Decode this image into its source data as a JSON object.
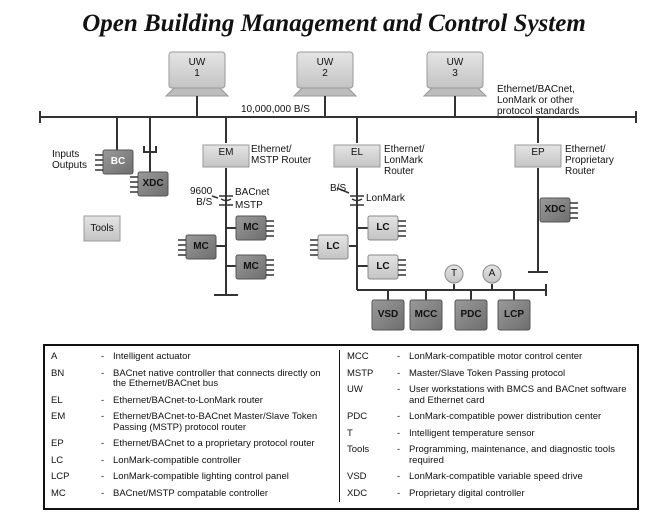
{
  "title": "Open Building Management  and Control System",
  "workstations": [
    "UW\n1",
    "UW\n2",
    "UW\n3"
  ],
  "bus_speed": "10,000,000 B/S",
  "protocol_note": "Ethernet/BACnet,\nLonMark or other\nprotocol standards",
  "inputs_label": "Inputs",
  "outputs_label": "Outputs",
  "routers": {
    "em": {
      "code": "EM",
      "desc": "Ethernet/\nMSTP Router"
    },
    "el": {
      "code": "EL",
      "desc": "Ethernet/\nLonMark\nRouter"
    },
    "ep": {
      "code": "EP",
      "desc": "Ethernet/\nProprietary\nRouter"
    }
  },
  "devices": {
    "bc": "BC",
    "xdc": "XDC",
    "tools": "Tools",
    "mc": "MC",
    "lc": "LC",
    "vsd": "VSD",
    "mcc": "MCC",
    "pdc": "PDC",
    "lcp": "LCP",
    "t": "T",
    "a": "A"
  },
  "mstp_speed": "9600\nB/S",
  "bacnet_label": "BACnet",
  "mstp_label": "MSTP",
  "lon_bs": "B/S",
  "lonmark_label": "LonMark",
  "legend_left": [
    {
      "abbr": "A",
      "def": "Intelligent actuator"
    },
    {
      "abbr": "BN",
      "def": "BACnet native controller that connects directly on the Ethernet/BACnet bus"
    },
    {
      "abbr": "EL",
      "def": "Ethernet/BACnet-to-LonMark router"
    },
    {
      "abbr": "EM",
      "def": "Ethernet/BACnet-to-BACnet Master/Slave Token Passing (MSTP) protocol router"
    },
    {
      "abbr": "EP",
      "def": "Ethernet/BACnet to a proprietary protocol router"
    },
    {
      "abbr": "LC",
      "def": "LonMark-compatible controller"
    },
    {
      "abbr": "LCP",
      "def": "LonMark-compatible lighting control panel"
    },
    {
      "abbr": "MC",
      "def": "BACnet/MSTP compatable controller"
    }
  ],
  "legend_right": [
    {
      "abbr": "MCC",
      "def": "LonMark-compatible motor control center"
    },
    {
      "abbr": "MSTP",
      "def": "Master/Slave Token Passing protocol"
    },
    {
      "abbr": "UW",
      "def": "User workstations with BMCS and BACnet software and Ethernet card"
    },
    {
      "abbr": "PDC",
      "def": "LonMark-compatible power distribution center"
    },
    {
      "abbr": "T",
      "def": "Intelligent temperature sensor"
    },
    {
      "abbr": "Tools",
      "def": "Programming, maintenance, and diagnostic tools required"
    },
    {
      "abbr": "VSD",
      "def": "LonMark-compatible variable speed drive"
    },
    {
      "abbr": "XDC",
      "def": "Proprietary digital controller"
    }
  ],
  "dash": "-"
}
